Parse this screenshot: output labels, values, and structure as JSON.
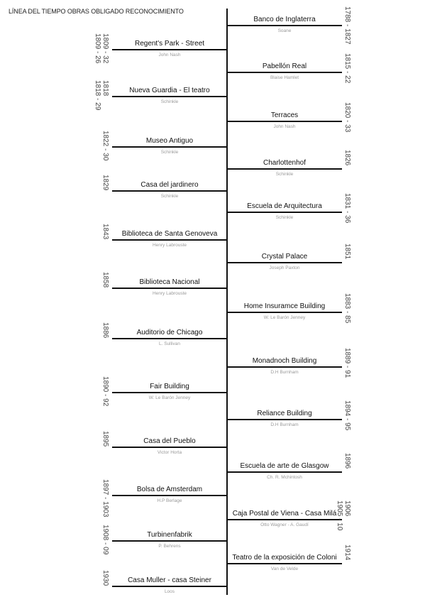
{
  "title": "LÍNEA DEL TIEMPO OBRAS OBLIGADO RECONOCIMIENTO",
  "left": [
    {
      "name": "Regent's Park - Street",
      "architect": "John Nash",
      "date": "1809 - 32\n1809 - 26"
    },
    {
      "name": "Nueva Guardia - El teatro",
      "architect": "Schinkle",
      "date": "1818\n1818 - 29"
    },
    {
      "name": "Museo Antiguo",
      "architect": "Schinkle",
      "date": "1822 - 30"
    },
    {
      "name": "Casa del jardinero",
      "architect": "Schinkle",
      "date": "1829"
    },
    {
      "name": "Biblioteca de Santa Genoveva",
      "architect": "Henry Labrouste",
      "date": "1843"
    },
    {
      "name": "Biblioteca Nacional",
      "architect": "Henry Labrouste",
      "date": "1858"
    },
    {
      "name": "Auditorio de Chicago",
      "architect": "L. Sullivan",
      "date": "1886"
    },
    {
      "name": "Fair Building",
      "architect": "W. Le Barón Jenney",
      "date": "1890 - 92"
    },
    {
      "name": "Casa del Pueblo",
      "architect": "Victor Horta",
      "date": "1895"
    },
    {
      "name": "Bolsa de Amsterdam",
      "architect": "H.P Berlage",
      "date": "1897 - 1903"
    },
    {
      "name": "Turbinenfabrik",
      "architect": "P. Behrens",
      "date": "1908 - 09"
    },
    {
      "name": "Casa Muller - casa Steiner",
      "architect": "Loos",
      "date": "1930"
    }
  ],
  "right": [
    {
      "name": "Banco de Inglaterra",
      "architect": "Soane",
      "date": "1788 - 1827"
    },
    {
      "name": "Pabellón Real",
      "architect": "Blaise Hamlet",
      "date": "1815 - 22"
    },
    {
      "name": "Terraces",
      "architect": "John Nash",
      "date": "1820 - 33"
    },
    {
      "name": "Charlottenhof",
      "architect": "Schinkle",
      "date": "1826"
    },
    {
      "name": "Escuela de Arquitectura",
      "architect": "Schinkle",
      "date": "1831 - 36"
    },
    {
      "name": "Crystal Palace",
      "architect": "Joseph Paxton",
      "date": "1851"
    },
    {
      "name": "Home Insuramce Building",
      "architect": "W. Le Barón Jenney",
      "date": "1883 - 85"
    },
    {
      "name": "Monadnoch Building",
      "architect": "D.H Burnham",
      "date": "1889 - 91"
    },
    {
      "name": "Reliance Building",
      "architect": "D.H Burnham",
      "date": "1894 - 95"
    },
    {
      "name": "Escuela de arte de Glasgow",
      "architect": "Ch. R. Mchintosh",
      "date": "1896"
    },
    {
      "name": "Caja Postal de Viena - Casa Milá",
      "architect": "Otto Wagner - A. Gaudí",
      "date": "1906\n1905 - 10"
    },
    {
      "name": "Teatro de la exposición de Coloni",
      "architect": "Van de Velde",
      "date": "1914"
    }
  ]
}
